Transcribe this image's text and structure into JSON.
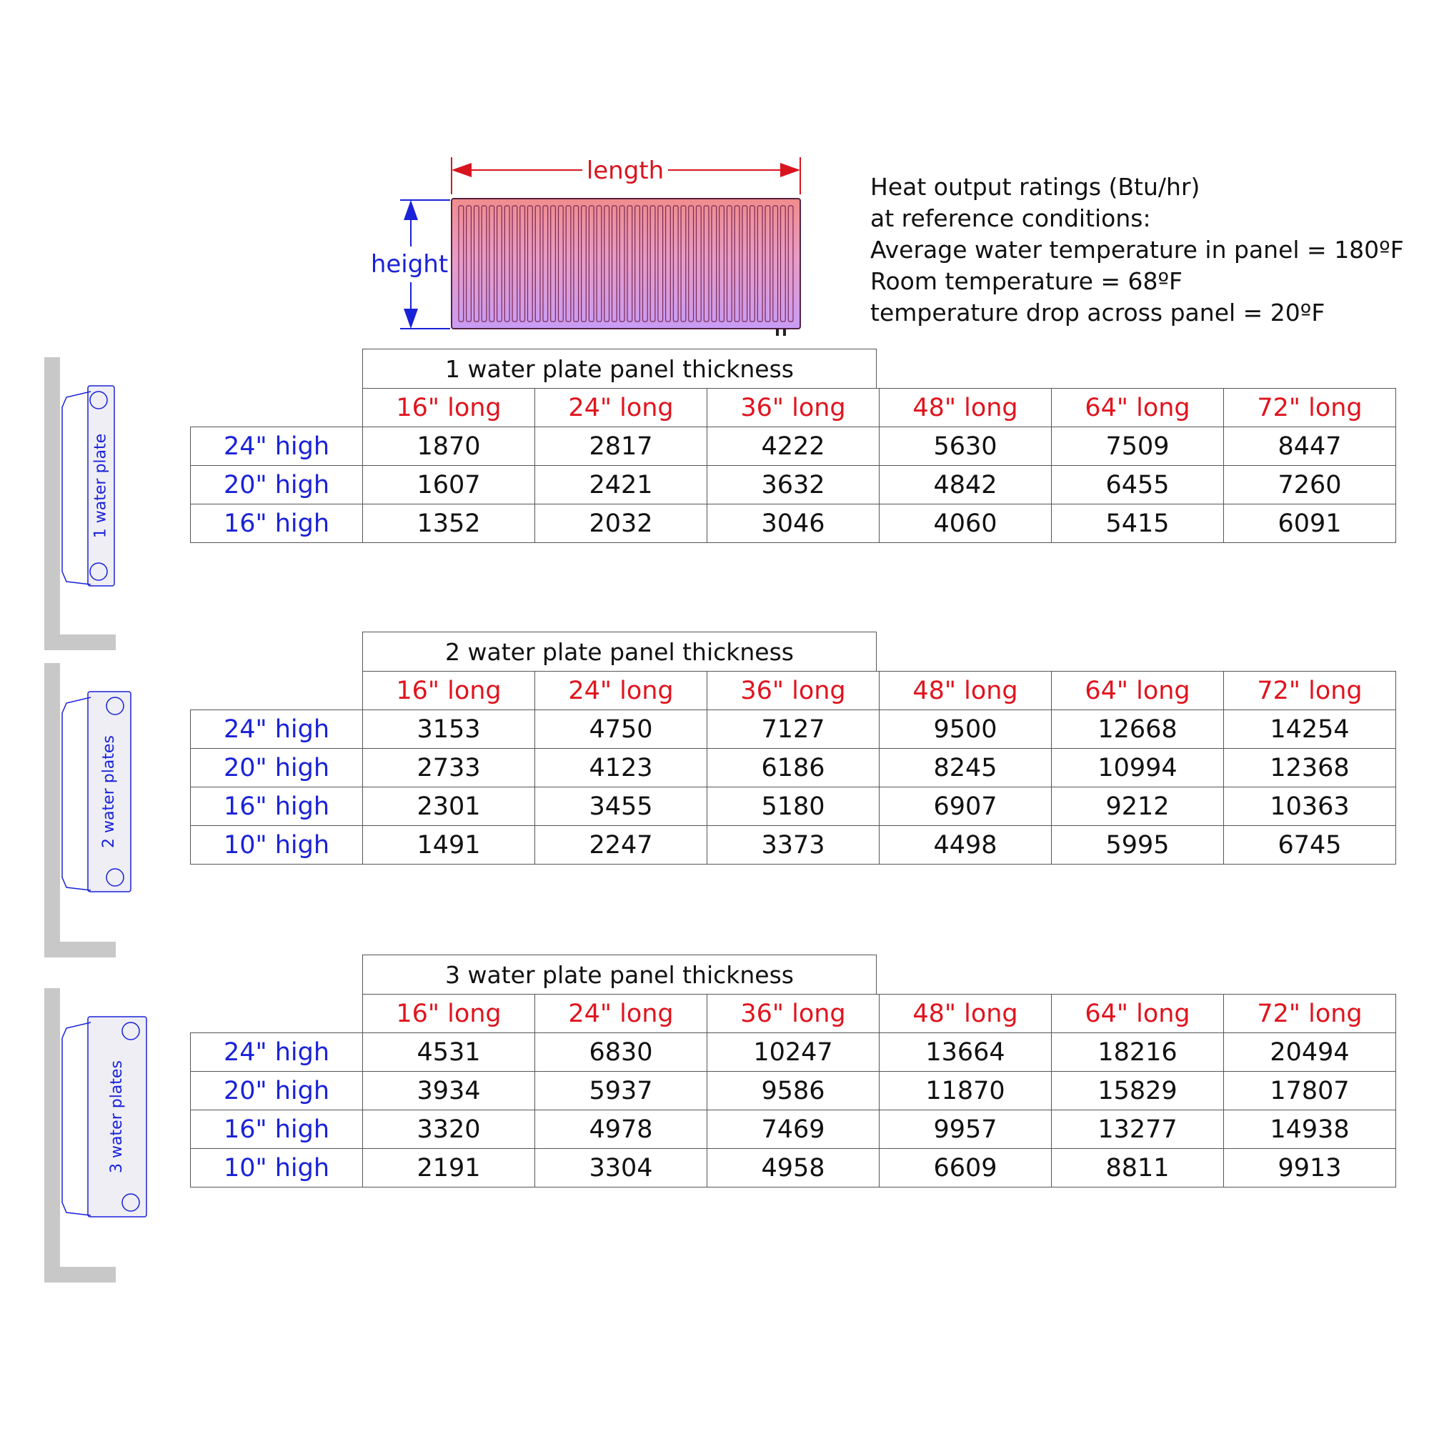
{
  "diagram": {
    "length_label": "length",
    "height_label": "height",
    "panel_labels": [
      "1 water plate",
      "2 water plates",
      "3 water plates"
    ]
  },
  "reference_text": [
    "Heat output ratings (Btu/hr)",
    "at reference conditions:",
    "Average water temperature in panel = 180ºF",
    "Room temperature = 68ºF",
    "temperature drop across panel = 20ºF"
  ],
  "colors": {
    "length_labels": "#e0141e",
    "height_labels": "#1a22d8",
    "grid_lines": "#555555",
    "wall": "#c8c8c8"
  },
  "column_headers": [
    "16\" long",
    "24\" long",
    "36\" long",
    "48\" long",
    "64\" long",
    "72\" long"
  ],
  "tables": [
    {
      "title": "1 water plate panel thickness",
      "rows": [
        {
          "label": "24\" high",
          "values": [
            "1870",
            "2817",
            "4222",
            "5630",
            "7509",
            "8447"
          ]
        },
        {
          "label": "20\" high",
          "values": [
            "1607",
            "2421",
            "3632",
            "4842",
            "6455",
            "7260"
          ]
        },
        {
          "label": "16\" high",
          "values": [
            "1352",
            "2032",
            "3046",
            "4060",
            "5415",
            "6091"
          ]
        }
      ]
    },
    {
      "title": "2 water plate panel thickness",
      "rows": [
        {
          "label": "24\" high",
          "values": [
            "3153",
            "4750",
            "7127",
            "9500",
            "12668",
            "14254"
          ]
        },
        {
          "label": "20\" high",
          "values": [
            "2733",
            "4123",
            "6186",
            "8245",
            "10994",
            "12368"
          ]
        },
        {
          "label": "16\" high",
          "values": [
            "2301",
            "3455",
            "5180",
            "6907",
            "9212",
            "10363"
          ]
        },
        {
          "label": "10\" high",
          "values": [
            "1491",
            "2247",
            "3373",
            "4498",
            "5995",
            "6745"
          ]
        }
      ]
    },
    {
      "title": "3 water plate panel thickness",
      "rows": [
        {
          "label": "24\" high",
          "values": [
            "4531",
            "6830",
            "10247",
            "13664",
            "18216",
            "20494"
          ]
        },
        {
          "label": "20\" high",
          "values": [
            "3934",
            "5937",
            "9586",
            "11870",
            "15829",
            "17807"
          ]
        },
        {
          "label": "16\" high",
          "values": [
            "3320",
            "4978",
            "7469",
            "9957",
            "13277",
            "14938"
          ]
        },
        {
          "label": "10\" high",
          "values": [
            "2191",
            "3304",
            "4958",
            "6609",
            "8811",
            "9913"
          ]
        }
      ]
    }
  ]
}
